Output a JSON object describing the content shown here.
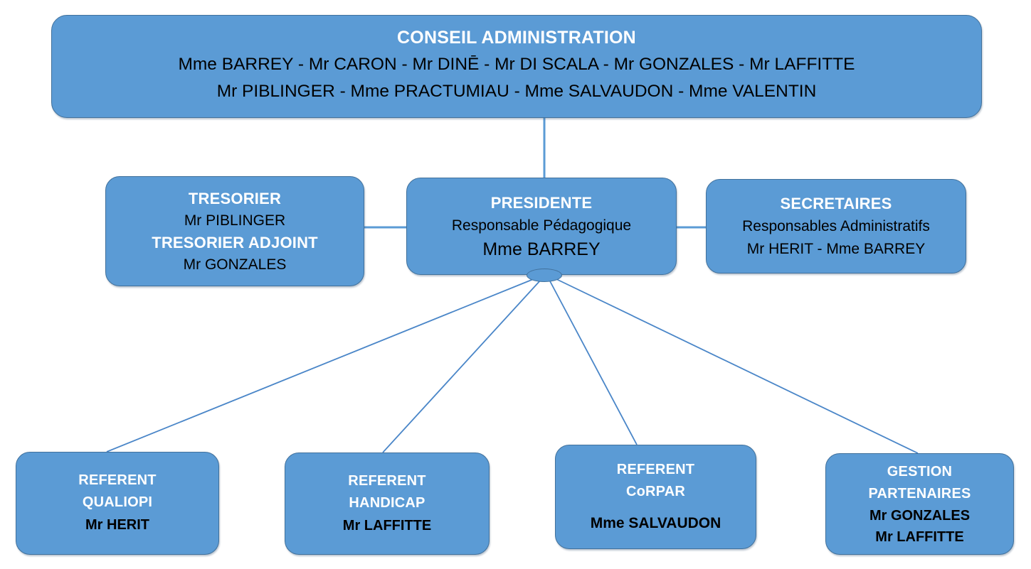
{
  "chart_data": {
    "type": "diagram",
    "title": "Organigramme",
    "accent_fill": "#5B9BD5",
    "accent_border": "#41719C",
    "connector_color": "#5B9BD5"
  },
  "nodes": {
    "conseil": {
      "title": "CONSEIL ADMINISTRATION",
      "members_line1": "Mme BARREY - Mr CARON - Mr DINĒ - Mr DI SCALA  - Mr GONZALES - Mr LAFFITTE",
      "members_line2": "Mr PIBLINGER - Mme PRACTUMIAU - Mme SALVAUDON - Mme VALENTIN"
    },
    "tresorier": {
      "title": "TRESORIER",
      "name": "Mr PIBLINGER",
      "title2": "TRESORIER ADJOINT",
      "name2": "Mr GONZALES"
    },
    "presidente": {
      "title": "PRESIDENTE",
      "role": "Responsable Pédagogique",
      "name": "Mme BARREY"
    },
    "secretaires": {
      "title": "SECRETAIRES",
      "role": "Responsables Administratifs",
      "names": "Mr HERIT - Mme BARREY"
    },
    "qualiopi": {
      "title_line1": "REFERENT",
      "title_line2": "QUALIOPI",
      "name": "Mr HERIT"
    },
    "handicap": {
      "title_line1": "REFERENT",
      "title_line2": "HANDICAP",
      "name": "Mr LAFFITTE"
    },
    "corpar": {
      "title_line1": "REFERENT",
      "title_line2": "CoRPAR",
      "name": "Mme SALVAUDON"
    },
    "partenaires": {
      "title_line1": "GESTION",
      "title_line2": "PARTENAIRES",
      "name1": "Mr GONZALES",
      "name2": "Mr LAFFITTE"
    }
  }
}
